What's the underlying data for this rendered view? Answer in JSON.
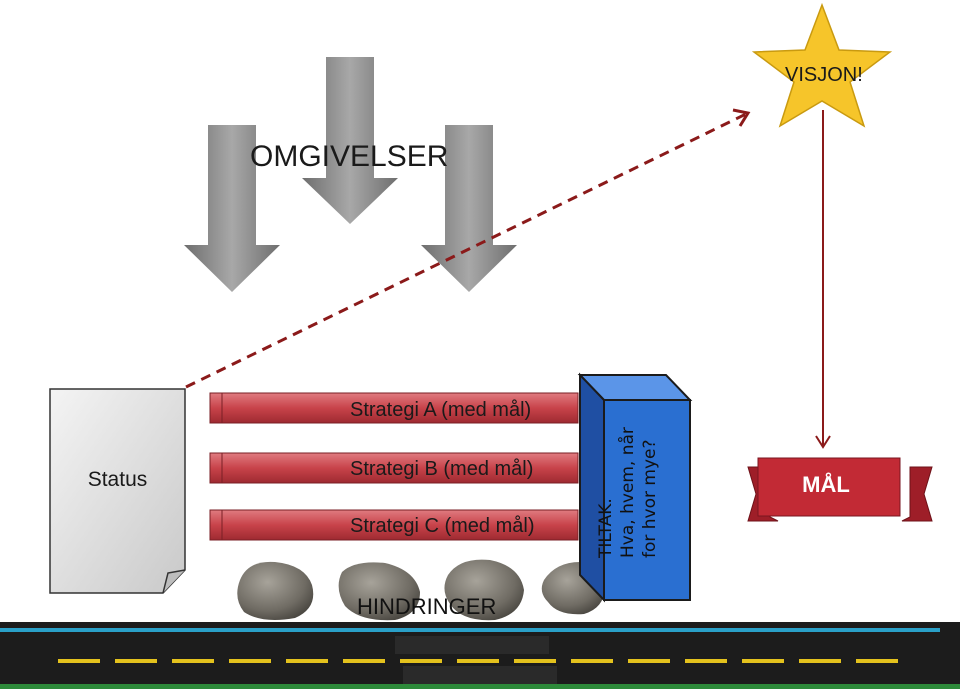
{
  "environment": {
    "label": "OMGIVELSER"
  },
  "vision": {
    "label": "VISJON!"
  },
  "status": {
    "label": "Status"
  },
  "strategies": [
    {
      "label": "Strategi A (med mål)"
    },
    {
      "label": "Strategi B (med mål)"
    },
    {
      "label": "Strategi C (med mål)"
    }
  ],
  "measures": {
    "line1": "TILTAK.",
    "line2": "Hva, hvem, når",
    "line3": "for hvor mye?"
  },
  "goal": {
    "label": "MÅL"
  },
  "obstacles": {
    "label": "HINDRINGER"
  },
  "colors": {
    "strategy_bar": "#c8434a",
    "measures_box": "#2a6fd1",
    "goal_banner": "#c22a35",
    "star": "#f6c52a",
    "path_line": "#8b1a1a"
  }
}
